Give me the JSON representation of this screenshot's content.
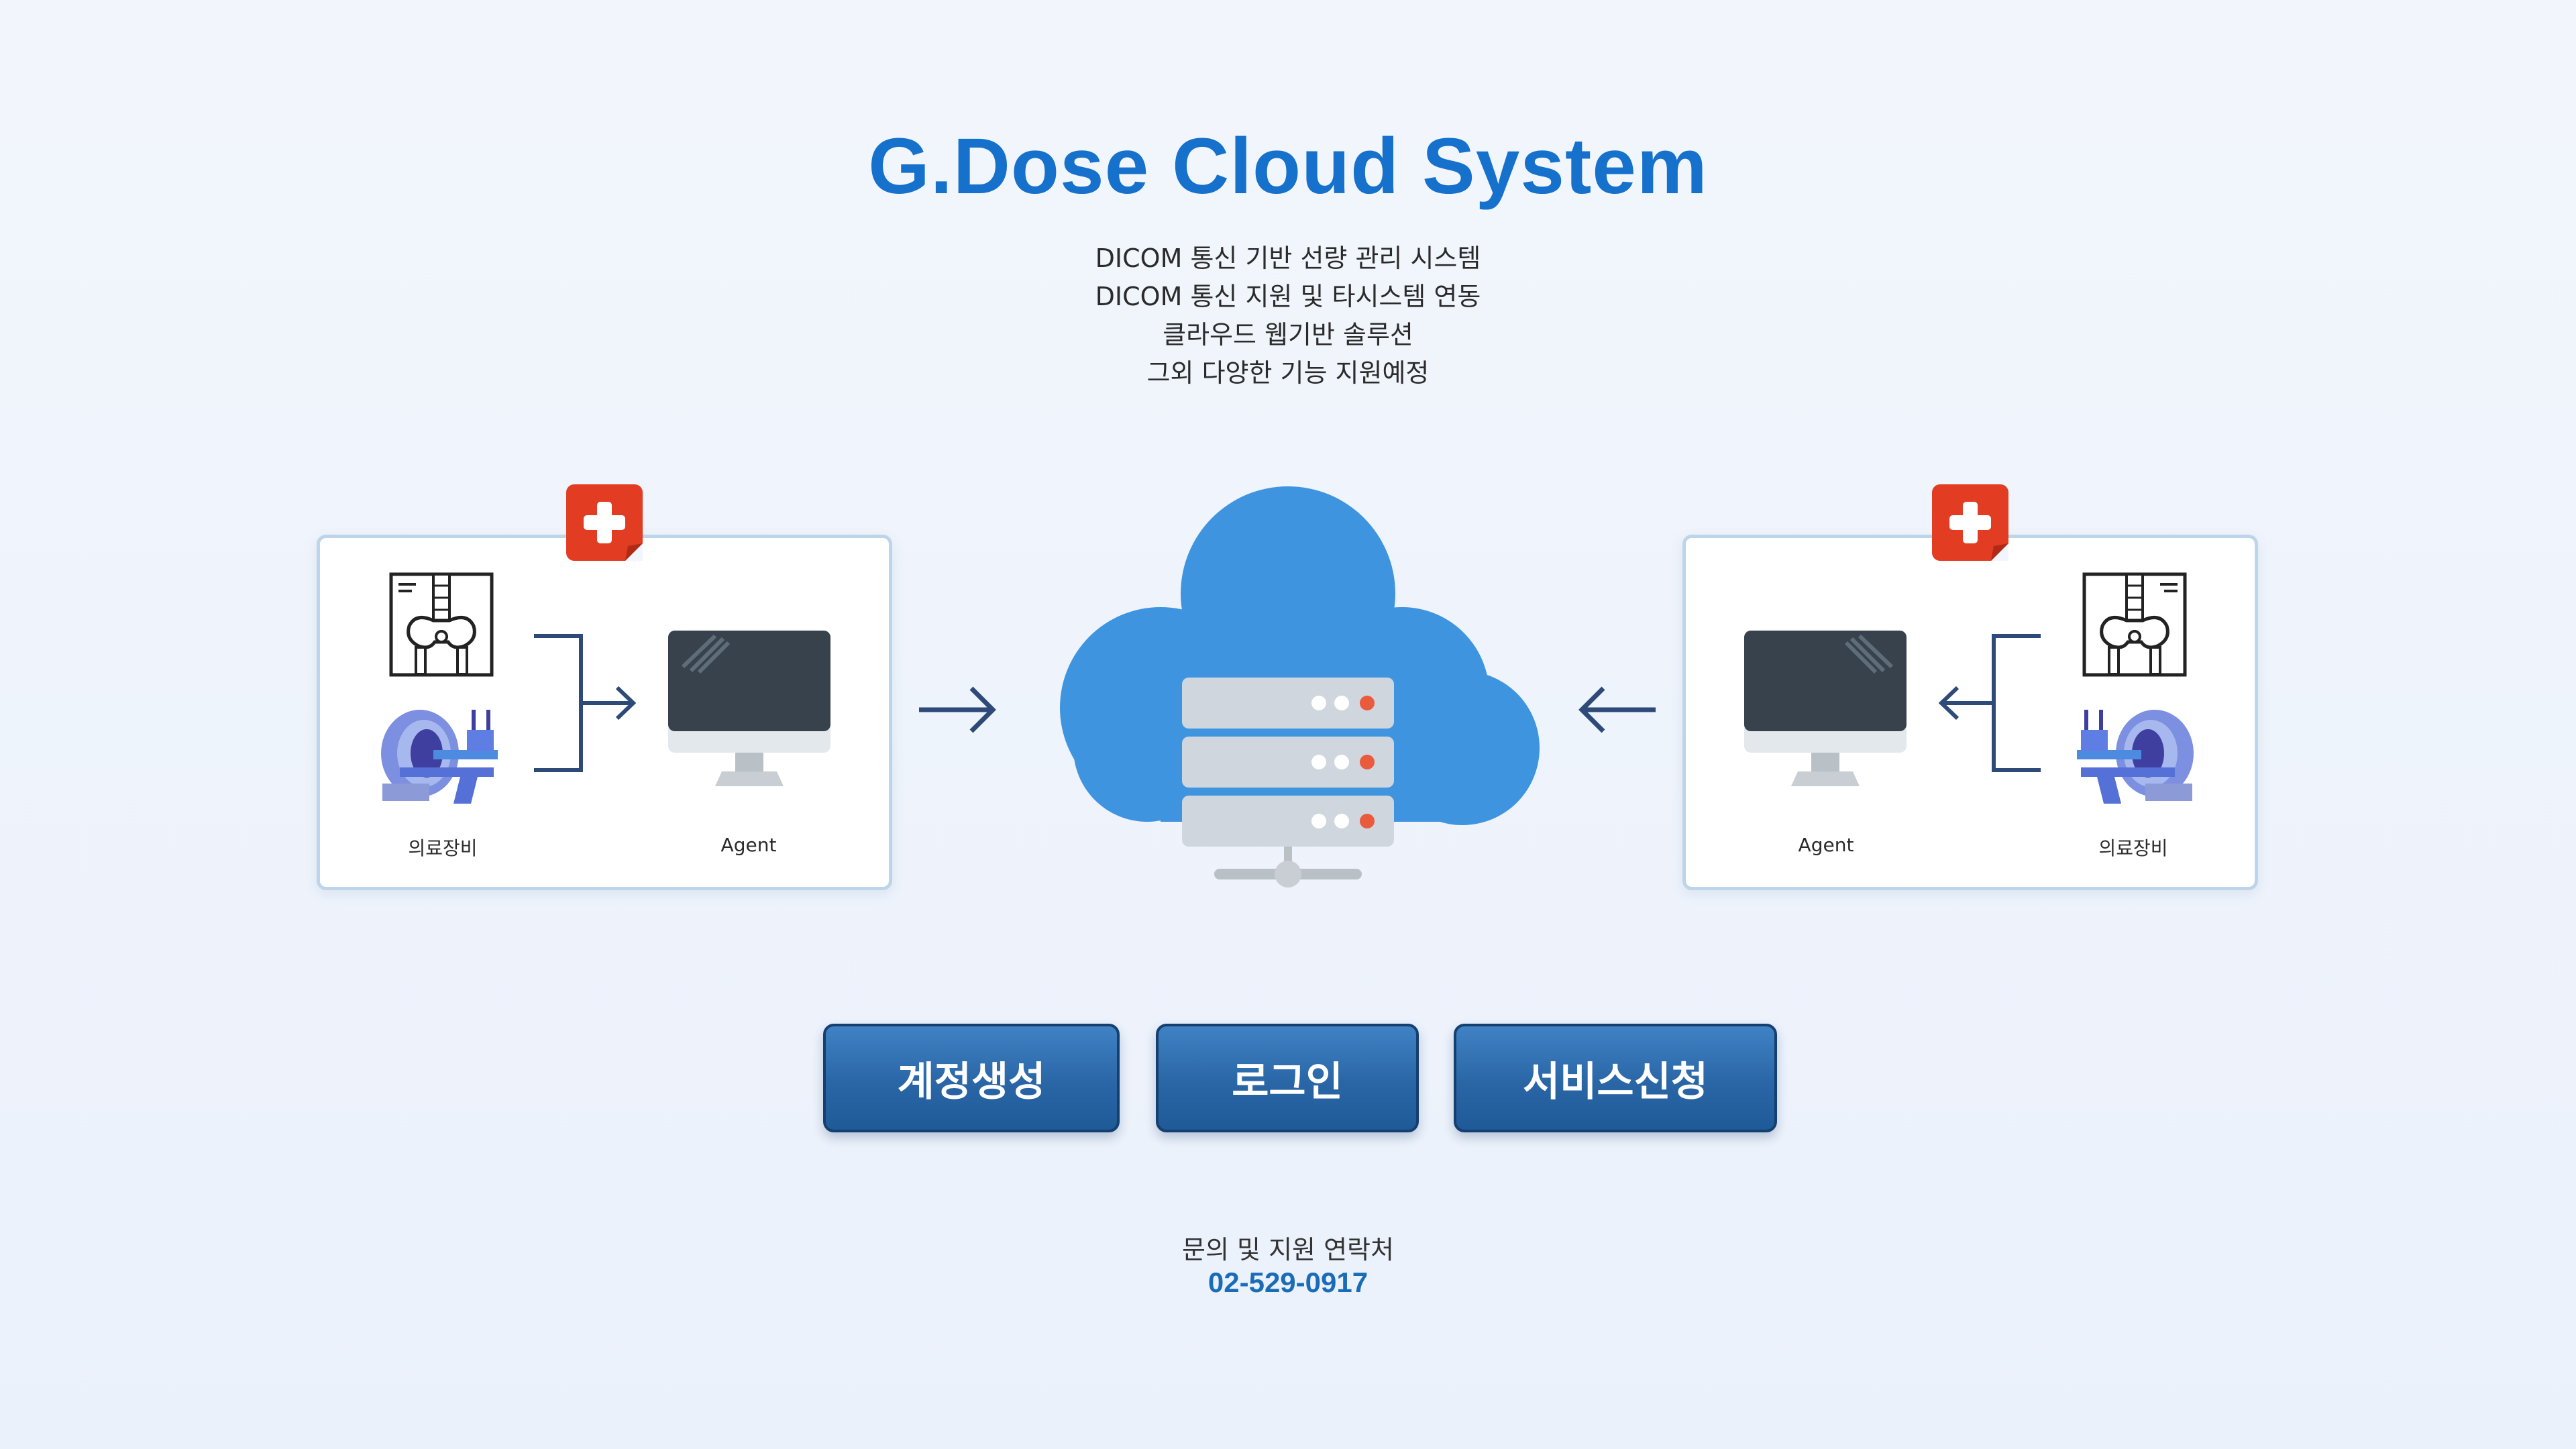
{
  "header": {
    "title": "G.Dose Cloud System",
    "features": [
      "DICOM 통신 기반 선량 관리 시스템",
      "DICOM 통신 지원 및 타시스템 연동",
      "클라우드 웹기반 솔루션",
      "그외 다양한 기능 지원예정"
    ]
  },
  "diagram": {
    "left_panel": {
      "device_label": "의료장비",
      "agent_label": "Agent"
    },
    "right_panel": {
      "device_label": "의료장비",
      "agent_label": "Agent"
    },
    "colors": {
      "cloud": "#3f94e0",
      "badge": "#e23c22",
      "connector": "#2d4a78"
    }
  },
  "actions": {
    "create_account": "계정생성",
    "login": "로그인",
    "service_request": "서비스신청"
  },
  "contact": {
    "label": "문의 및 지원 연락처",
    "phone": "02-529-0917"
  }
}
